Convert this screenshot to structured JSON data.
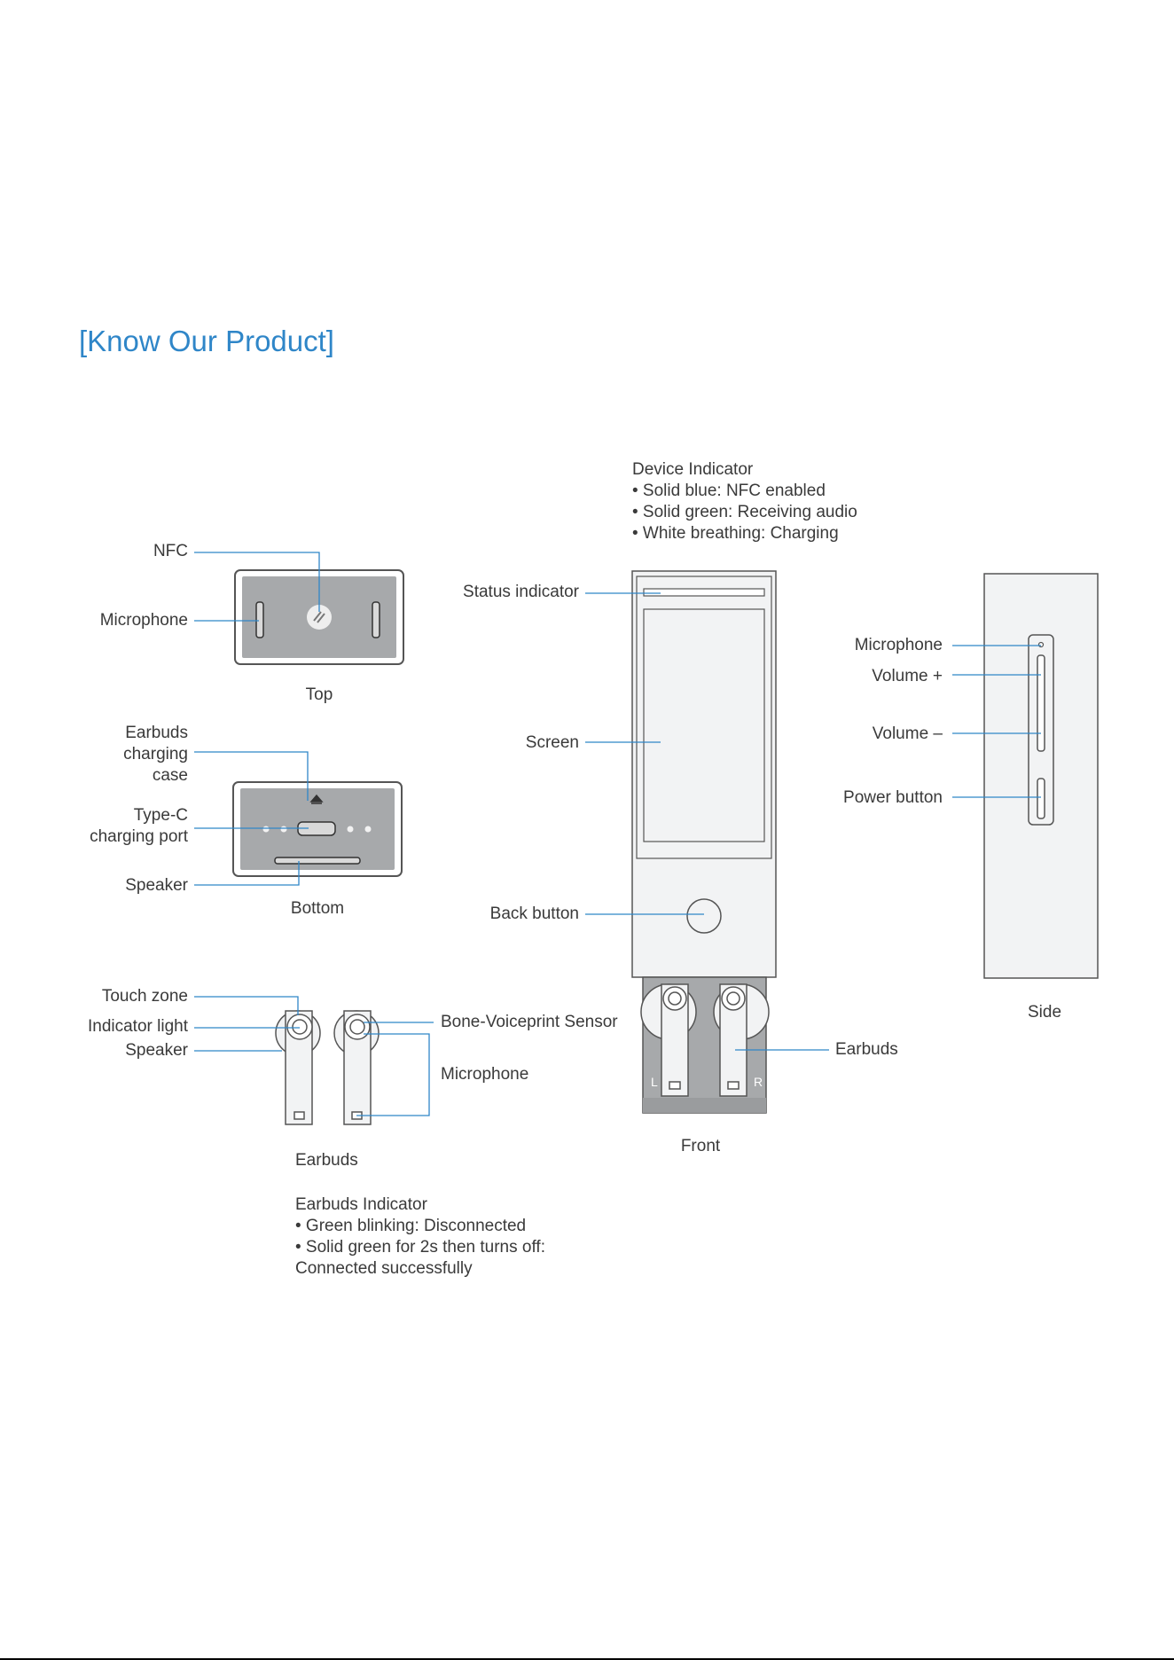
{
  "title": "[Know Our Product]",
  "colors": {
    "accent": "#2f86c8",
    "leader": "#2f86c8",
    "body_fill": "#f2f3f4",
    "panel_fill": "#a7a9ab",
    "outline": "#555555"
  },
  "top_view": {
    "caption": "Top",
    "labels": {
      "nfc": "NFC",
      "microphone": "Microphone"
    }
  },
  "bottom_view": {
    "caption": "Bottom",
    "labels": {
      "case": [
        "Earbuds",
        "charging",
        "case"
      ],
      "port": [
        "Type-C",
        "charging port"
      ],
      "speaker": "Speaker"
    }
  },
  "earbuds_view": {
    "caption": "Earbuds",
    "labels": {
      "touch_zone": "Touch zone",
      "indicator_light": "Indicator light",
      "speaker": "Speaker",
      "bone_sensor": "Bone-Voiceprint Sensor",
      "microphone": "Microphone"
    },
    "indicator": {
      "heading": "Earbuds Indicator",
      "lines": [
        "• Green blinking: Disconnected",
        "• Solid green for 2s then turns off:",
        "Connected successfully"
      ]
    }
  },
  "front_view": {
    "caption": "Front",
    "labels": {
      "status_indicator": "Status indicator",
      "screen": "Screen",
      "back_button": "Back button",
      "earbuds": "Earbuds",
      "left_mark": "L",
      "right_mark": "R"
    },
    "device_indicator": {
      "heading": "Device Indicator",
      "lines": [
        "• Solid blue: NFC enabled",
        "• Solid green: Receiving audio",
        "• White breathing: Charging"
      ]
    }
  },
  "side_view": {
    "caption": "Side",
    "labels": {
      "microphone": "Microphone",
      "volume_up": "Volume +",
      "volume_down": "Volume –",
      "power": "Power button"
    }
  }
}
